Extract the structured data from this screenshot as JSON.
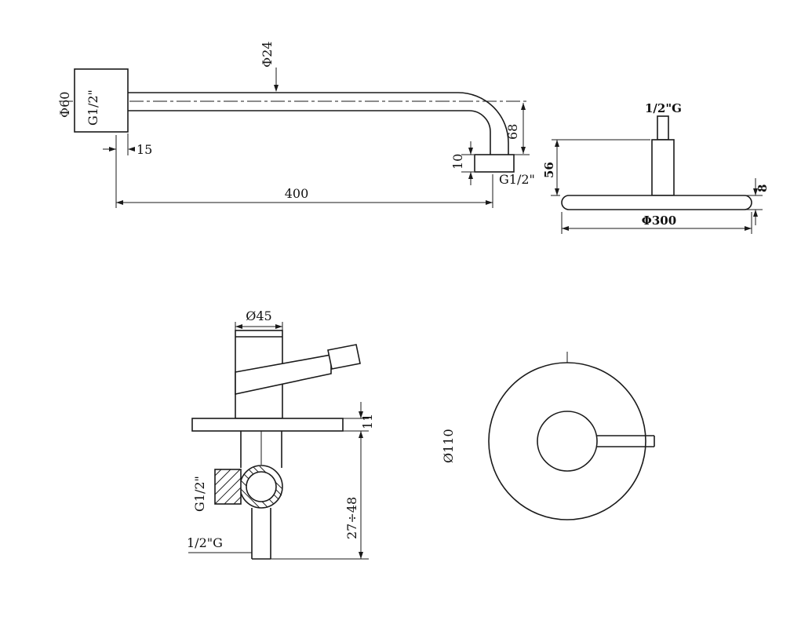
{
  "labels": {
    "arm": {
      "flange_diameter": "Φ60",
      "flange_thread": "G1/2\"",
      "pipe_diameter": "Φ24",
      "drop_height": "68",
      "nut_height": "10",
      "outlet_thread": "G1/2\"",
      "flange_depth": "15",
      "length": "400"
    },
    "head": {
      "inlet_thread": "1/2\"G",
      "connector_height": "56",
      "edge_thickness": "8",
      "diameter": "Φ300"
    },
    "mixer_side": {
      "body_diameter": "Ø45",
      "plate_thickness": "11",
      "side_thread": "G1/2\"",
      "bottom_thread": "1/2\"G",
      "depth_range": "27÷48"
    },
    "mixer_front": {
      "plate_diameter": "Ø110"
    }
  }
}
